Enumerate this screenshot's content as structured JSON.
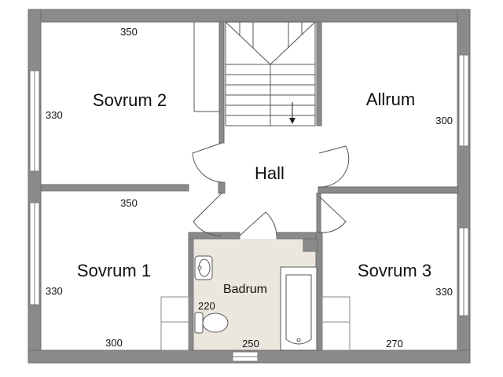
{
  "rooms": {
    "sovrum2": "Sovrum 2",
    "allrum": "Allrum",
    "hall": "Hall",
    "sovrum1": "Sovrum 1",
    "badrum": "Badrum",
    "sovrum3": "Sovrum 3"
  },
  "dimensions": {
    "sovrum2_width": "350",
    "sovrum2_depth": "330",
    "allrum_depth": "300",
    "sovrum1_width": "350",
    "sovrum1_depth": "330",
    "sovrum1_bottom": "300",
    "badrum_depth": "220",
    "badrum_width": "250",
    "sovrum3_depth": "330",
    "sovrum3_width": "270"
  },
  "colors": {
    "wall": "#8a8a8a",
    "wall_line": "#6f6f6f",
    "floor": "#ffffff",
    "bath_floor": "#ece7de",
    "line": "#555555"
  }
}
